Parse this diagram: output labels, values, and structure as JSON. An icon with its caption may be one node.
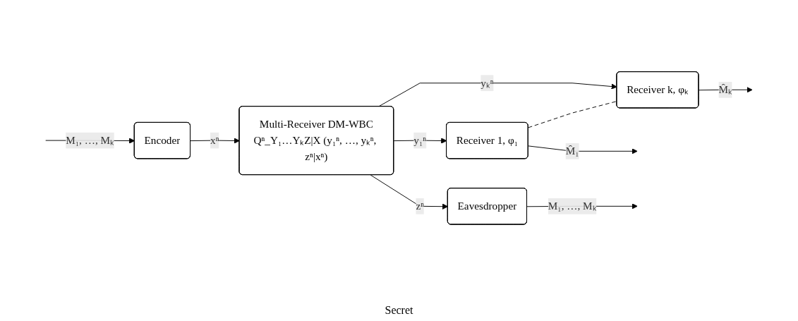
{
  "diagram": {
    "nodes": [
      {
        "text": [
          "Encoder"
        ]
      },
      {
        "text": [
          "Multi-Receiver DM-WBC",
          "Qⁿ_Y₁…YₖZ|X (y₁ⁿ, …, yₖⁿ, zⁿ|xⁿ)"
        ]
      },
      {
        "text": [
          "Receiver 1, φ₁"
        ]
      },
      {
        "text": [
          "Receiver k, φₖ"
        ]
      },
      {
        "text": [
          "Eavesdropper"
        ]
      }
    ],
    "edges": [
      {
        "from": null,
        "to": 0,
        "arrow": "to",
        "label": "M₁, …, Mₖ"
      },
      {
        "from": 0,
        "to": 1,
        "arrow": "to",
        "label": "xⁿ"
      },
      {
        "from": 1,
        "to": 2,
        "arrow": "to",
        "label": "y₁ⁿ"
      },
      {
        "from": 1,
        "to": 3,
        "arrow": "to",
        "label": "yₖⁿ"
      },
      {
        "from": 1,
        "to": 4,
        "arrow": "to",
        "label": "zⁿ"
      },
      {
        "from": 2,
        "to": null,
        "arrow": "to",
        "label": "M̂₁"
      },
      {
        "from": 3,
        "to": null,
        "arrow": "to",
        "label": "M̂ₖ"
      },
      {
        "from": 4,
        "to": null,
        "arrow": "to",
        "label": "M₁, …, Mₖ"
      },
      {
        "from": 2,
        "to": 3,
        "arrow": "none",
        "style": "dashed"
      }
    ],
    "labels": [
      "Secret"
    ]
  }
}
